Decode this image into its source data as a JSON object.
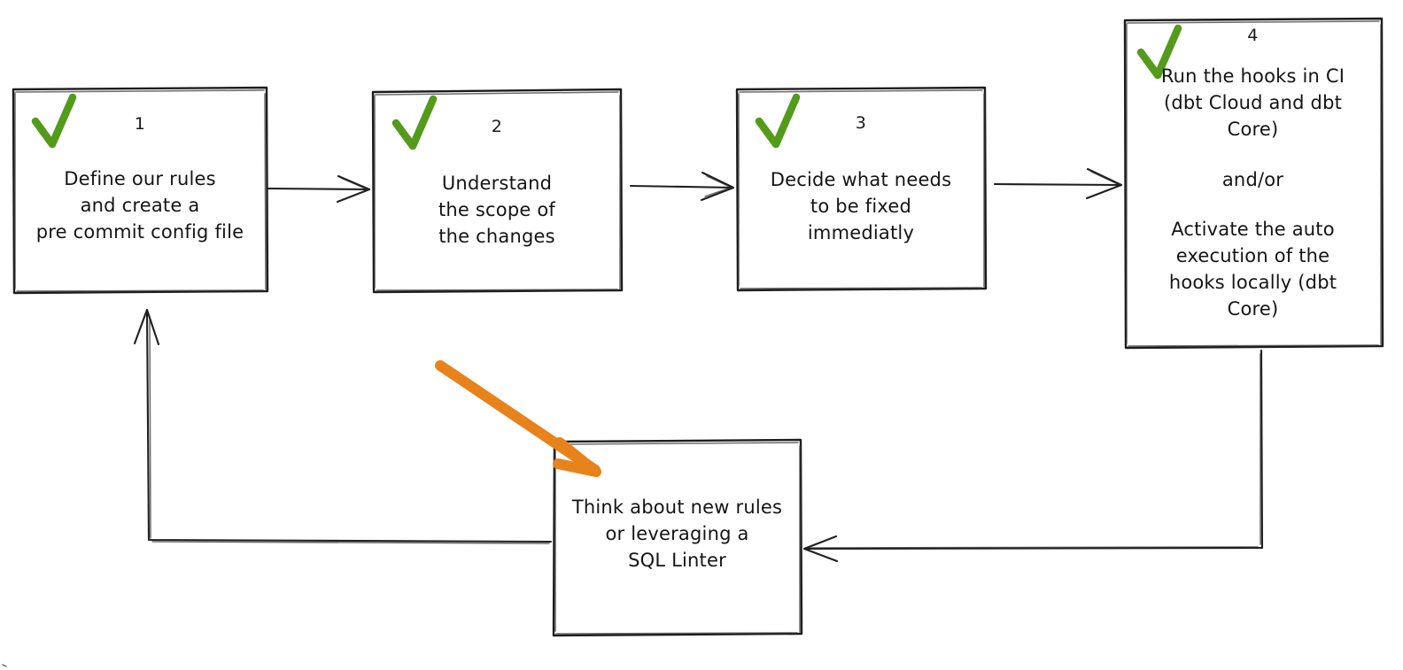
{
  "diagram": {
    "title": "Pre-commit adoption flow",
    "accent_orange": "#E8821A",
    "check_green": "#549A1B",
    "stroke": "#1c1c1c",
    "background": "#ffffff"
  },
  "nodes": [
    {
      "id": "node-1",
      "number": "1",
      "check": "check-mark",
      "text": "Define our rules\nand create a\npre commit config file"
    },
    {
      "id": "node-2",
      "number": "2",
      "check": "check-mark",
      "text": "Understand\nthe scope of\nthe changes"
    },
    {
      "id": "node-3",
      "number": "3",
      "check": "check-mark",
      "text": "Decide what needs\nto be fixed\nimmediatly"
    },
    {
      "id": "node-4",
      "number": "4",
      "check": "check-mark",
      "text_top": "Run the hooks in CI\n(dbt Cloud and dbt\nCore)",
      "text_mid": "and/or",
      "text_bottom": "Activate the auto\nexecution of the\nhooks locally (dbt\nCore)"
    },
    {
      "id": "node-5",
      "number": "",
      "check": "",
      "text": "Think about new rules\nor leveraging a\nSQL Linter"
    }
  ],
  "connectors": [
    {
      "id": "edge-1-2",
      "from": "node-1",
      "to": "node-2",
      "style": "arrow-right"
    },
    {
      "id": "edge-2-3",
      "from": "node-2",
      "to": "node-3",
      "style": "arrow-right"
    },
    {
      "id": "edge-3-4",
      "from": "node-3",
      "to": "node-4",
      "style": "arrow-right"
    },
    {
      "id": "edge-4-5",
      "from": "node-4",
      "to": "node-5",
      "style": "elbow-arrow-left"
    },
    {
      "id": "edge-5-1",
      "from": "node-5",
      "to": "node-1",
      "style": "elbow-arrow-up"
    }
  ],
  "annotations": [
    {
      "id": "highlight-arrow",
      "kind": "orange-arrow",
      "points_to": "node-5",
      "color": "#E8821A"
    }
  ]
}
